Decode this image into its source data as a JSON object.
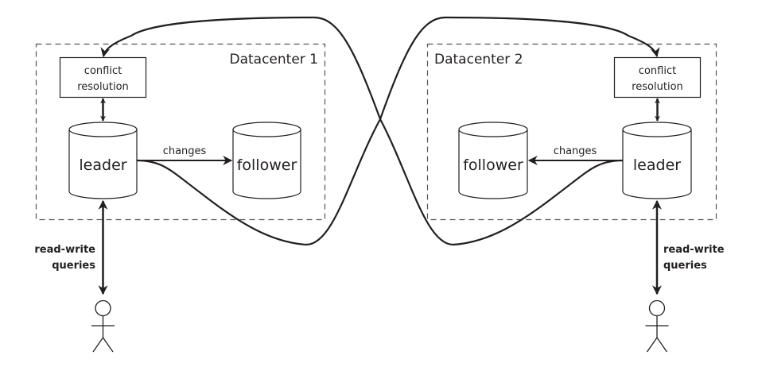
{
  "diagram": {
    "type": "multi-leader replication",
    "colors": {
      "stroke": "#231f20",
      "dash": "#555555",
      "background": "#ffffff"
    },
    "datacenters": [
      {
        "title": "Datacenter 1",
        "conflict_resolution": {
          "line1": "conflict",
          "line2": "resolution"
        },
        "leader": "leader",
        "follower": "follower",
        "replication_label": "changes",
        "client": {
          "line1": "read-write",
          "line2": "queries"
        }
      },
      {
        "title": "Datacenter 2",
        "conflict_resolution": {
          "line1": "conflict",
          "line2": "resolution"
        },
        "leader": "leader",
        "follower": "follower",
        "replication_label": "changes",
        "client": {
          "line1": "read-write",
          "line2": "queries"
        }
      }
    ],
    "cross_links": [
      {
        "from": "Datacenter 1 leader",
        "to": "Datacenter 2 conflict resolution"
      },
      {
        "from": "Datacenter 2 leader",
        "to": "Datacenter 1 conflict resolution"
      }
    ]
  }
}
